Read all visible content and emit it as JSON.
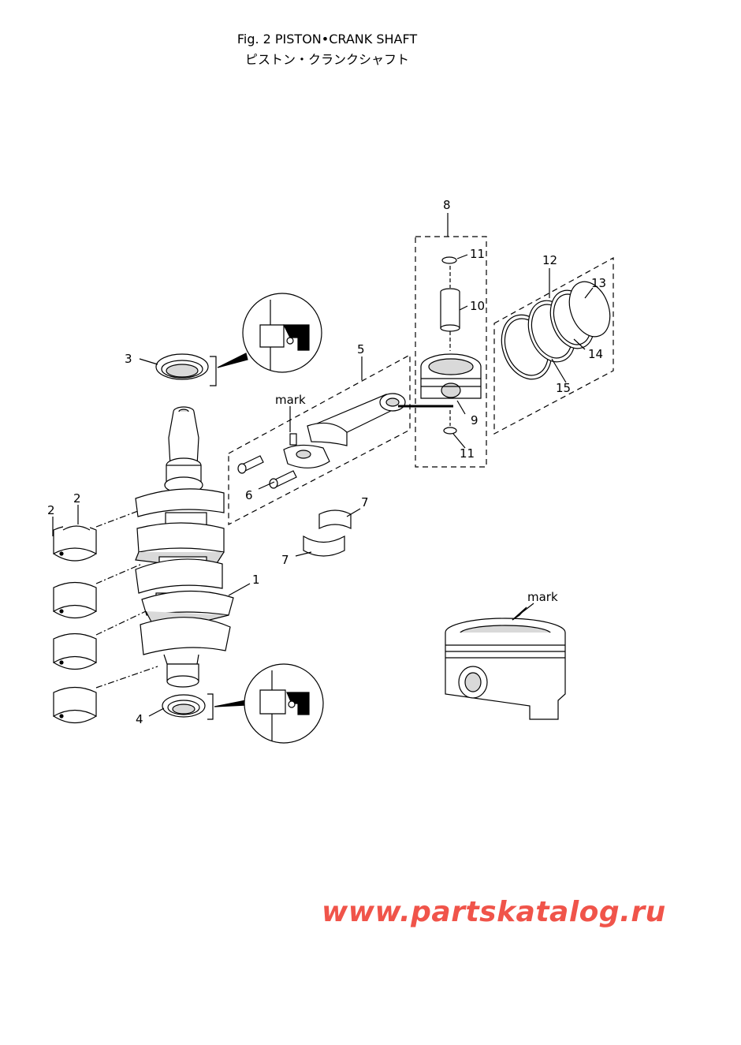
{
  "title": {
    "en": "Fig. 2  PISTON•CRANK SHAFT",
    "jp": "ピストン・クランクシャフト"
  },
  "callouts": {
    "c1": "1",
    "c2a": "2",
    "c2b": "2",
    "c3": "3",
    "c4": "4",
    "c5": "5",
    "c6": "6",
    "c7a": "7",
    "c7b": "7",
    "c8": "8",
    "c9": "9",
    "c10": "10",
    "c11a": "11",
    "c11b": "11",
    "c12": "12",
    "c13": "13",
    "c14": "14",
    "c15": "15",
    "mark_rod": "mark",
    "mark_piston": "mark"
  },
  "watermark": "www.partskatalog.ru",
  "colors": {
    "line": "#000000",
    "part_fill": "#ffffff",
    "shade": "#d9d9d9",
    "watermark": "#f0544a"
  }
}
